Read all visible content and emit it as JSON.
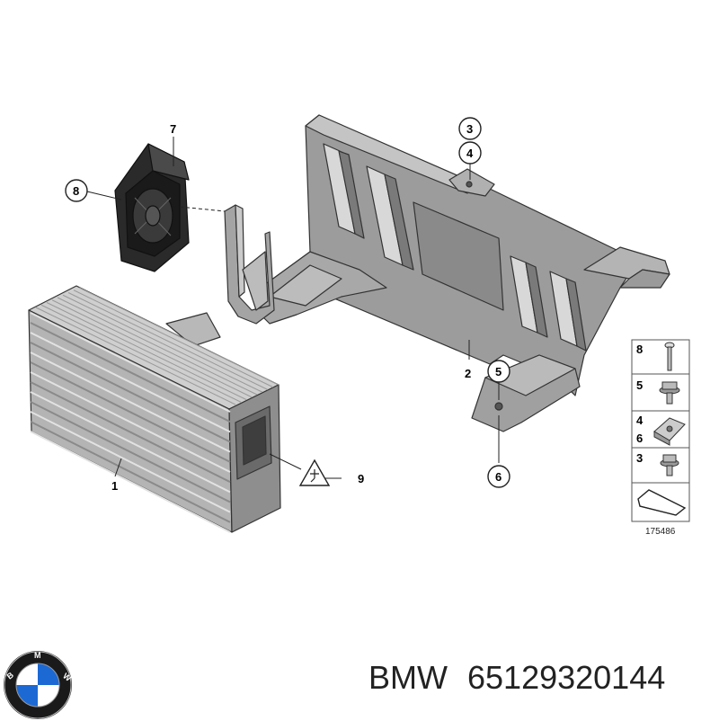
{
  "diagram": {
    "callouts": {
      "c1": "1",
      "c2": "2",
      "c3": "3",
      "c4": "4",
      "c5": "5",
      "c6": "6",
      "c7": "7",
      "c8": "8",
      "c9": "9"
    },
    "legend": {
      "rows": [
        {
          "number": "8",
          "icon": "screw-icon"
        },
        {
          "number": "5",
          "icon": "flange-bolt-icon"
        },
        {
          "numbers": [
            "4",
            "6"
          ],
          "icon": "clip-nut-icon"
        },
        {
          "number": "3",
          "icon": "hex-bolt-icon"
        },
        {
          "number": "",
          "icon": "bracket-profile-icon"
        }
      ],
      "diagram_id": "175486"
    }
  },
  "logo": {
    "text": "BMW",
    "colors": {
      "blue": "#1c69d4",
      "ring": "#1a1a1a",
      "white": "#ffffff"
    }
  },
  "product": {
    "brand": "BMW",
    "part_number": "65129320144"
  }
}
